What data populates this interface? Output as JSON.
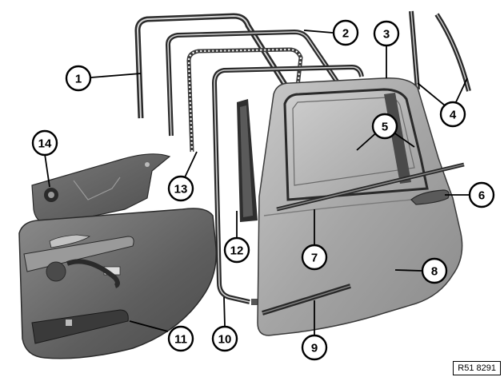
{
  "diagram": {
    "reference_code": "R51 8291",
    "callouts": [
      {
        "id": "callout-1",
        "label": "1"
      },
      {
        "id": "callout-2",
        "label": "2"
      },
      {
        "id": "callout-3",
        "label": "3"
      },
      {
        "id": "callout-4",
        "label": "4"
      },
      {
        "id": "callout-5",
        "label": "5"
      },
      {
        "id": "callout-6",
        "label": "6"
      },
      {
        "id": "callout-7",
        "label": "7"
      },
      {
        "id": "callout-8",
        "label": "8"
      },
      {
        "id": "callout-9",
        "label": "9"
      },
      {
        "id": "callout-10",
        "label": "10"
      },
      {
        "id": "callout-11",
        "label": "11"
      },
      {
        "id": "callout-12",
        "label": "12"
      },
      {
        "id": "callout-13",
        "label": "13"
      },
      {
        "id": "callout-14",
        "label": "14"
      }
    ]
  },
  "colors": {
    "background": "#ffffff",
    "door_panel": "#a9a9a9",
    "trim_panel": "#6f6f6f",
    "seal": "#2a2a2a"
  }
}
